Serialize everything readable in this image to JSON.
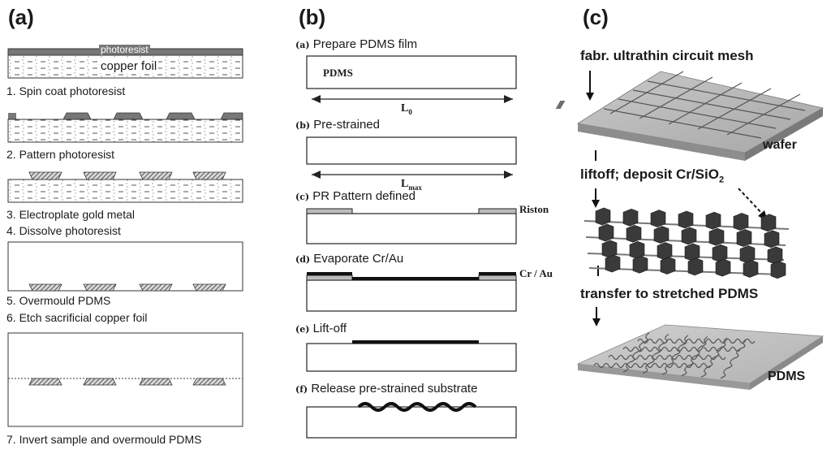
{
  "panels": {
    "a": "(a)",
    "b": "(b)",
    "c": "(c)"
  },
  "panel_a": {
    "layer_photoresist": "photoresist",
    "layer_copper": "copper foil",
    "steps": [
      "1. Spin coat photoresist",
      "2. Pattern photoresist",
      "3. Electroplate gold metal",
      "4. Dissolve photoresist",
      "5. Overmould PDMS",
      "6. Etch sacrificial copper foil",
      "7. Invert sample and overmould PDMS"
    ]
  },
  "panel_b": {
    "steps": [
      {
        "tag": "(a)",
        "text": "Prepare PDMS film"
      },
      {
        "tag": "(b)",
        "text": "Pre-strained"
      },
      {
        "tag": "(c)",
        "text": "PR Pattern defined"
      },
      {
        "tag": "(d)",
        "text": "Evaporate Cr/Au"
      },
      {
        "tag": "(e)",
        "text": "Lift-off"
      },
      {
        "tag": "(f)",
        "text": "Release pre-strained substrate"
      }
    ],
    "pdms_label": "PDMS",
    "l0": "L",
    "l0_sub": "0",
    "lmax": "L",
    "lmax_sub": "max",
    "riston": "Riston",
    "crau": "Cr / Au"
  },
  "panel_c": {
    "step1": "fabr. ultrathin circuit mesh",
    "wafer": "wafer",
    "step2_pre": "liftoff; deposit Cr/SiO",
    "step2_sub": "2",
    "step3": "transfer to stretched PDMS",
    "pdms": "PDMS"
  }
}
